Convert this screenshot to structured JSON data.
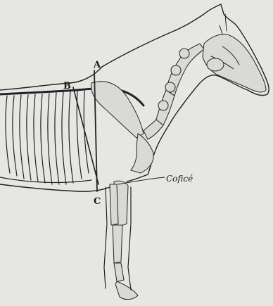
{
  "figure": {
    "labels": {
      "a": "A",
      "b": "B",
      "c": "C",
      "callout": "Coficé"
    },
    "colors": {
      "paper": "#e6e6e4",
      "ink": "#222222",
      "bone": "#d9d9d6"
    }
  }
}
